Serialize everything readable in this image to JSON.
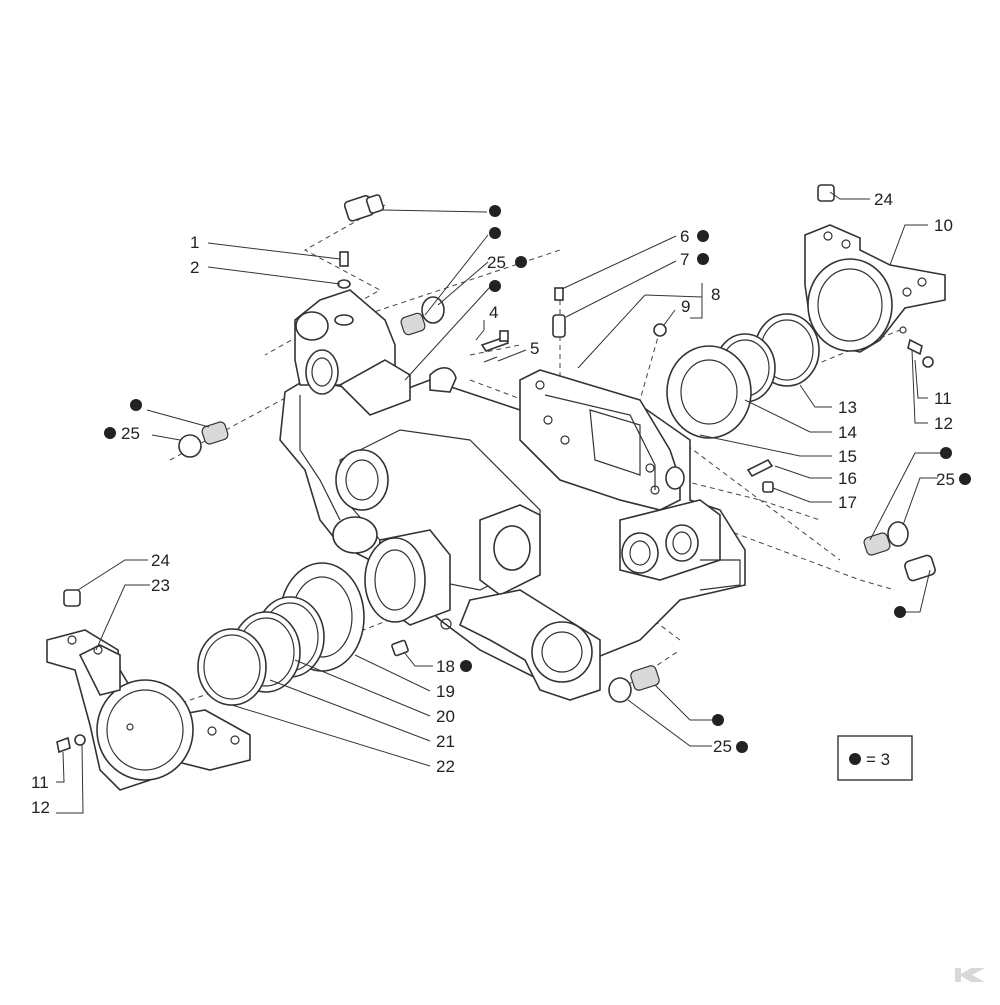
{
  "callouts": {
    "c1": "1",
    "c2": "2",
    "c4": "4",
    "c5": "5",
    "c6": "6",
    "c7": "7",
    "c8": "8",
    "c9": "9",
    "c10": "10",
    "c11_right": "11",
    "c12_right": "12",
    "c13": "13",
    "c14": "14",
    "c15": "15",
    "c16": "16",
    "c17": "17",
    "c18": "18",
    "c19": "19",
    "c20": "20",
    "c21": "21",
    "c22": "22",
    "c23": "23",
    "c24_left": "24",
    "c24_right": "24",
    "c11_left": "11",
    "c12_left": "12",
    "c25_top": "25",
    "c25_left": "25",
    "c25_right": "25",
    "c25_bottom": "25"
  },
  "legend": {
    "text": "= 3"
  },
  "colors": {
    "line": "#333333",
    "dot": "#222222",
    "shade": "#d9d9d9",
    "logo": "#d8d8d8"
  },
  "icons": {
    "marker": "filled-dot",
    "logo": "brand-k-logo"
  }
}
